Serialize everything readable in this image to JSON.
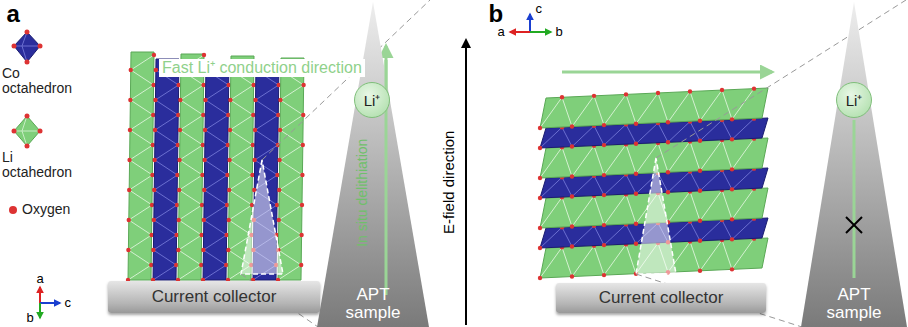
{
  "diagram": {
    "nodes": [
      {
        "text": [
          "Current collector"
        ]
      },
      {
        "text": [
          "APT sample",
          "In situ delithiation"
        ]
      },
      {
        "text": [
          "Li⁺"
        ],
        "in": 1
      },
      {
        "text": [
          "Current collector"
        ]
      },
      {
        "text": [
          "APT sample"
        ]
      },
      {
        "text": [
          "Li⁺"
        ],
        "in": 4
      }
    ],
    "labels": [
      "a",
      "Fast Li⁺ conduction direction",
      "a",
      "c",
      "b",
      "E-field direction",
      "b",
      "c",
      "a",
      "b"
    ],
    "legend": [
      {
        "text": "Co octahedron"
      },
      {
        "text": "Li octahedron"
      },
      {
        "text": "Oxygen"
      }
    ]
  }
}
